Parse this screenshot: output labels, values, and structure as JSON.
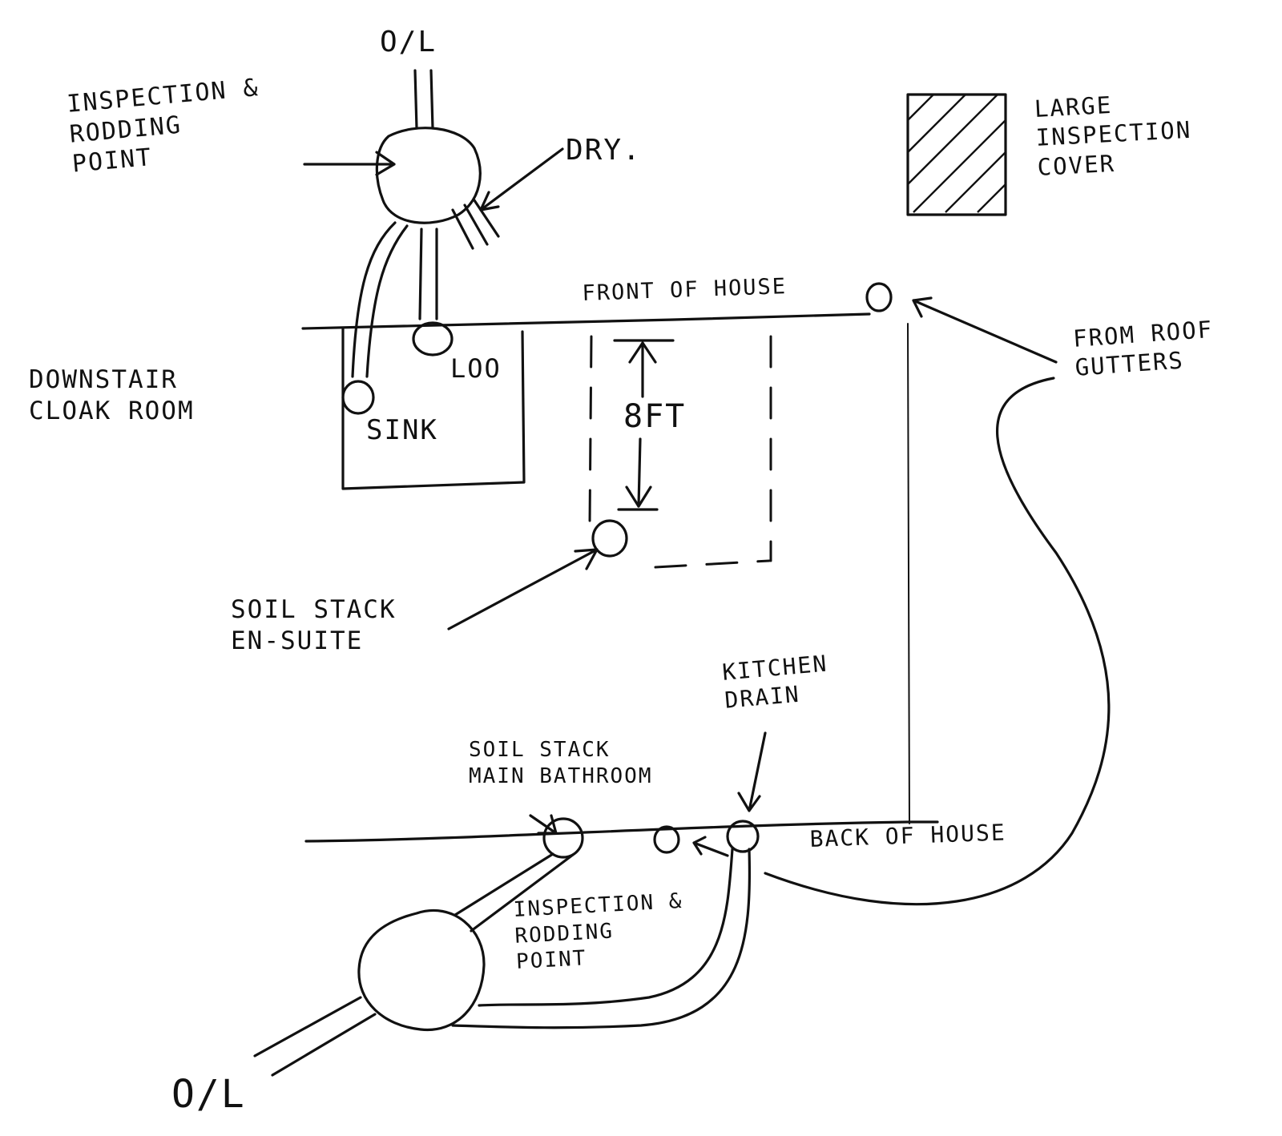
{
  "labels": {
    "outlet_top": "O/L",
    "inspection_top": "INSPECTION &\nRODDING\nPOINT",
    "dry": "DRY.",
    "large_inspection_cover": "LARGE\nINSPECTION\nCOVER",
    "front_of_house": "FRONT OF HOUSE",
    "from_roof_gutters": "FROM ROOF\nGUTTERS",
    "downstairs_cloakroom": "DOWNSTAIR\nCLOAK ROOM",
    "loo": "LOO",
    "sink": "SINK",
    "distance": "8FT",
    "soil_stack_ensuite": "SOIL STACK\nEN-SUITE",
    "kitchen_drain": "KITCHEN\nDRAIN",
    "soil_stack_main_bathroom": "SOIL STACK\nMAIN BATHROOM",
    "back_of_house": "BACK OF HOUSE",
    "inspection_bottom": "INSPECTION &\nRODDING\nPOINT",
    "outlet_bottom": "O/L"
  }
}
